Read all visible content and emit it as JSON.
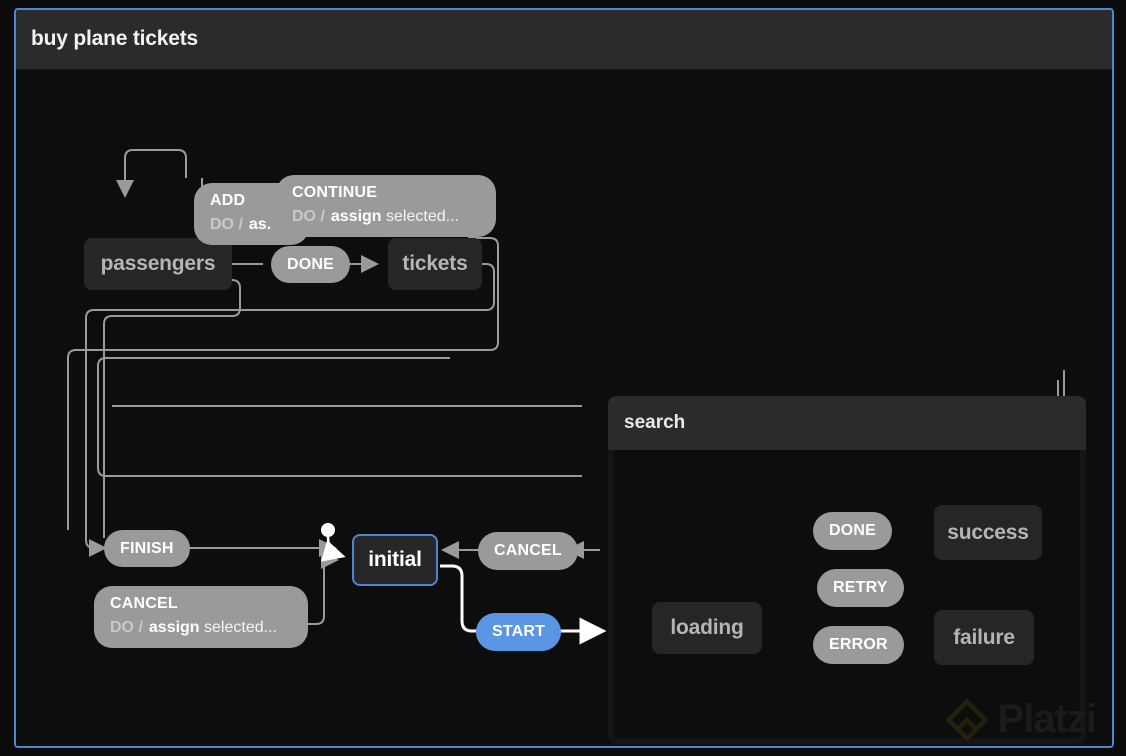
{
  "window": {
    "title": "buy plane tickets",
    "border_color": "#4d86d1",
    "header_bg": "#2b2b2b",
    "canvas_bg": "#0d0d0d"
  },
  "machine": {
    "id": "buy plane tickets",
    "accent_color": "#5a96e3",
    "active_state": "initial"
  },
  "states": {
    "initial": {
      "label": "initial",
      "active": true
    },
    "passengers": {
      "label": "passengers",
      "active": false
    },
    "tickets": {
      "label": "tickets",
      "active": false
    },
    "search": {
      "label": "search",
      "active": false
    },
    "loading": {
      "label": "loading",
      "active": false
    },
    "success": {
      "label": "success",
      "active": false
    },
    "failure": {
      "label": "failure",
      "active": false
    }
  },
  "events": {
    "start": {
      "label": "START",
      "highlighted": true
    },
    "cancel_search": {
      "label": "CANCEL"
    },
    "finish": {
      "label": "FINISH"
    },
    "done_search": {
      "label": "DONE"
    },
    "retry": {
      "label": "RETRY"
    },
    "error": {
      "label": "ERROR"
    },
    "done_passengers": {
      "label": "DONE"
    },
    "add": {
      "label": "ADD",
      "action_keyword": "DO /",
      "action_fn": "as.",
      "action_arg": ""
    },
    "continue": {
      "label": "CONTINUE",
      "action_keyword": "DO /",
      "action_fn": "assign",
      "action_arg": "selected..."
    },
    "cancel_tickets": {
      "label": "CANCEL",
      "action_keyword": "DO /",
      "action_fn": "assign",
      "action_arg": "selected..."
    }
  },
  "watermark": {
    "text": "Platzi"
  }
}
